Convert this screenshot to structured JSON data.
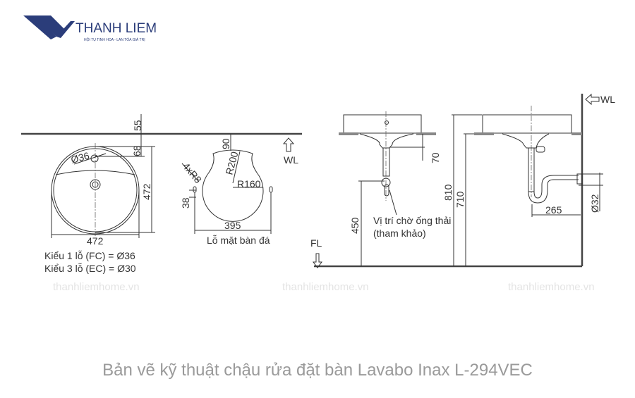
{
  "logo": {
    "brand": "THANH LIEM",
    "tagline": "HỘI TỤ TINH HOA - LAN TỎA GIÁ TRỊ",
    "color": "#2b3d7a"
  },
  "watermark": "thanhliemhome.vn",
  "top_view": {
    "dim_55": "55",
    "dim_68": "68",
    "dim_hole": "Ø36",
    "dim_height": "472",
    "dim_width": "472",
    "note_1": "Kiểu 1 lỗ (FC) = Ø36",
    "note_2": "Kiểu 3 lỗ (EC) = Ø30"
  },
  "cutout": {
    "dim_90": "90",
    "dim_r200": "R200",
    "dim_r160": "R160",
    "dim_4xr8": "4xR8",
    "dim_38": "38",
    "dim_395": "395",
    "label": "Lỗ mặt bàn đá"
  },
  "wl_label": "WL",
  "fl_label": "FL",
  "side_view": {
    "dim_70": "70",
    "dim_450": "450",
    "dim_810": "810",
    "dim_710": "710",
    "drain_note_1": "Vị trí chờ ống thải",
    "drain_note_2": "(tham khảo)",
    "dim_265": "265",
    "dim_32": "Ø32"
  },
  "caption": "Bản vẽ kỹ thuật chậu rửa đặt bàn Lavabo Inax L-294VEC"
}
